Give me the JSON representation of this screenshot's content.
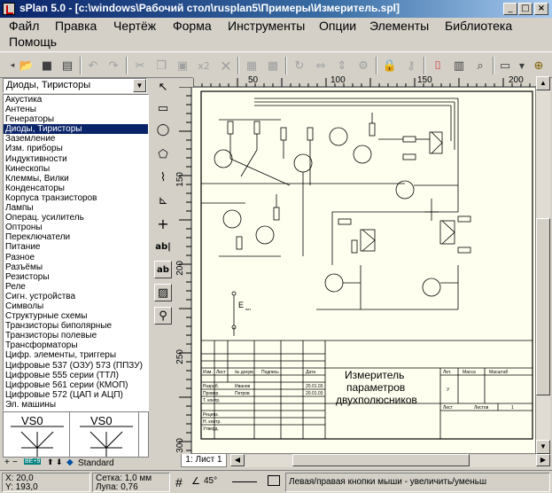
{
  "window": {
    "title": "sPlan 5.0 - [c:\\windows\\Рабочий стол\\rusplan5\\Примеры\\Измеритель.spl]"
  },
  "menu": [
    "Файл",
    "Правка",
    "Чертёж",
    "Форма",
    "Инструменты",
    "Опции",
    "Элементы",
    "Библиотека",
    "Помощь"
  ],
  "toolbar": {
    "icons": [
      "new-icon",
      "open-icon",
      "save-icon",
      "print-icon",
      "undo-icon",
      "redo-icon",
      "cut-icon",
      "copy-icon",
      "paste-icon",
      "duplicate-icon",
      "delete-icon",
      "group-icon",
      "ungroup-icon",
      "rotate-icon",
      "mirror-h-icon",
      "mirror-v-icon",
      "edit-icon",
      "lock-icon",
      "unlock-icon",
      "component-icon",
      "list-icon",
      "find-icon",
      "page-icon",
      "zoom-icon"
    ],
    "duplicate_label": "x2"
  },
  "library": {
    "selected": "Диоды, Тиристоры",
    "items": [
      "Акустика",
      "Антены",
      "Генераторы",
      "Диоды, Тиристоры",
      "Заземление",
      "Изм. приборы",
      "Индуктивности",
      "Кинескопы",
      "Клеммы, Вилки",
      "Конденсаторы",
      "Корпуса транзисторов",
      "Лампы",
      "Операц. усилитель",
      "Оптроны",
      "Переключатели",
      "Питание",
      "Разное",
      "Разъёмы",
      "Резисторы",
      "Реле",
      "Сигн. устройства",
      "Символы",
      "Структурные схемы",
      "Транзисторы биполярные",
      "Транзисторы полевые",
      "Трансформаторы",
      "Цифр. элементы, триггеры",
      "Цифровые 537 (ОЗУ) 573 (ППЗУ)",
      "Цифровые 555 серии (ТТЛ)",
      "Цифровые 561 серии (КМОП)",
      "Цифровые 572 (ЦАП и АЦП)",
      "Эл. машины"
    ],
    "preview": [
      "VS0",
      "VS0"
    ],
    "footer_label": "Standard",
    "footer_badge": "ВЕ+9"
  },
  "drawing_tools": {
    "icons": [
      "pointer-icon",
      "rectangle-icon",
      "ellipse-icon",
      "polygon-icon",
      "bezier-icon",
      "polyline-icon",
      "crosshair-icon",
      "text-icon",
      "text-frame-icon",
      "image-icon",
      "zoom-tool-icon"
    ],
    "text_labels": [
      "ab|",
      "ab"
    ]
  },
  "ruler": {
    "h_labels": [
      "50",
      "100",
      "150",
      "200"
    ],
    "v_labels": [
      "150",
      "200",
      "250",
      "300"
    ]
  },
  "drawing": {
    "title_block": {
      "title_lines": [
        "Измеритель",
        "параметров",
        "двухполюсников"
      ],
      "headers": [
        "Изм.",
        "Лист",
        "№ докум.",
        "Подпись",
        "Дата"
      ],
      "roles": [
        "Разраб.",
        "Провер.",
        "Т. контр.",
        "Реценз.",
        "Н. контр.",
        "Утверд."
      ],
      "names": [
        "Иванов",
        "Петров"
      ],
      "dates": [
        "20.01.03",
        "20.01.03"
      ],
      "right_headers": [
        "Лит.",
        "Масса",
        "Масштаб"
      ],
      "lit_value": "У",
      "sheet_labels": [
        "Лист",
        "Листов",
        "1"
      ]
    },
    "labels": {
      "e_pit": "E",
      "pit_sub": "пит"
    }
  },
  "sheet_tab": "1: Лист 1",
  "status": {
    "x": "X: 20,0",
    "y": "Y: 193,0",
    "grid": "Сетка: 1,0 мм",
    "loupe": "Лупа:  0,76",
    "angle": "45°",
    "hint": "Левая/правая кнопки мыши - увеличить/уменьш"
  }
}
